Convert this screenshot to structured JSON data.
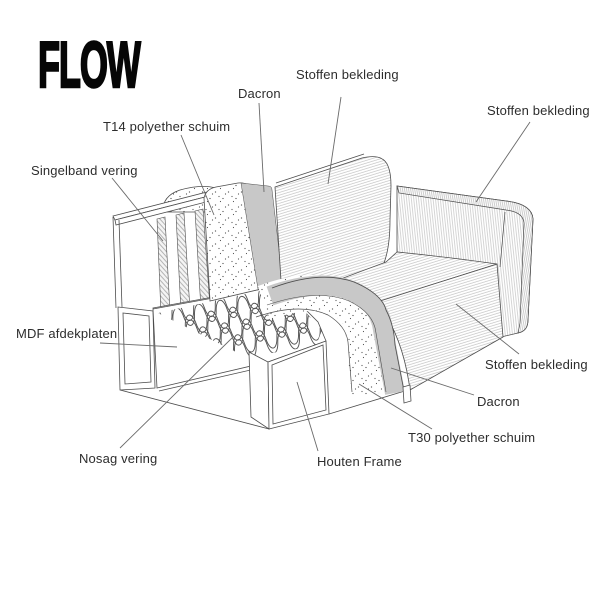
{
  "title": "FLOW",
  "labels": [
    {
      "id": "stoffen-bekleding-top",
      "text": "Stoffen bekleding"
    },
    {
      "id": "stoffen-bekleding-top-right",
      "text": "Stoffen bekleding"
    },
    {
      "id": "dacron-top",
      "text": "Dacron"
    },
    {
      "id": "t14-polyether-schuim",
      "text": "T14 polyether schuim"
    },
    {
      "id": "singelband-vering",
      "text": "Singelband vering"
    },
    {
      "id": "mdf-afdekplaten",
      "text": "MDF afdekplaten"
    },
    {
      "id": "nosag-vering",
      "text": "Nosag vering"
    },
    {
      "id": "houten-frame",
      "text": "Houten Frame"
    },
    {
      "id": "t30-polyether-schuim",
      "text": "T30 polyether schuim"
    },
    {
      "id": "dacron-right",
      "text": "Dacron"
    },
    {
      "id": "stoffen-bekleding-right",
      "text": "Stoffen bekleding"
    }
  ],
  "colors": {
    "dacron_fill": "#c8c8c8",
    "outline": "#4d4d4d",
    "label_text": "#2d2d2d",
    "title_text": "#060606",
    "leader_line": "#6a6a6a"
  }
}
